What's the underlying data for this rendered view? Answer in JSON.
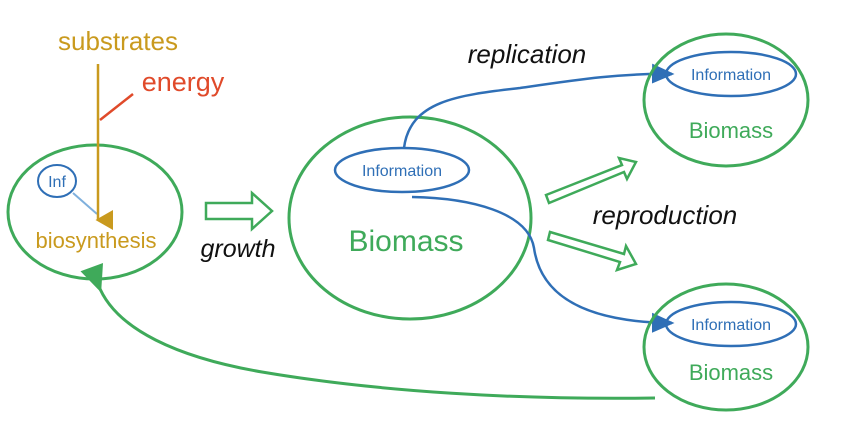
{
  "colors": {
    "green": "#3faa5a",
    "blue": "#2f6fb6",
    "gold": "#c99a1e",
    "red": "#e04a2a",
    "black": "#111111"
  },
  "labels": {
    "substrates": "substrates",
    "energy": "energy",
    "inf": "Inf",
    "biosynthesis": "biosynthesis",
    "growth": "growth",
    "replication": "replication",
    "reproduction": "reproduction",
    "information_center": "Information",
    "biomass_center": "Biomass",
    "information_top": "Information",
    "biomass_top": "Biomass",
    "information_bottom": "Information",
    "biomass_bottom": "Biomass"
  }
}
